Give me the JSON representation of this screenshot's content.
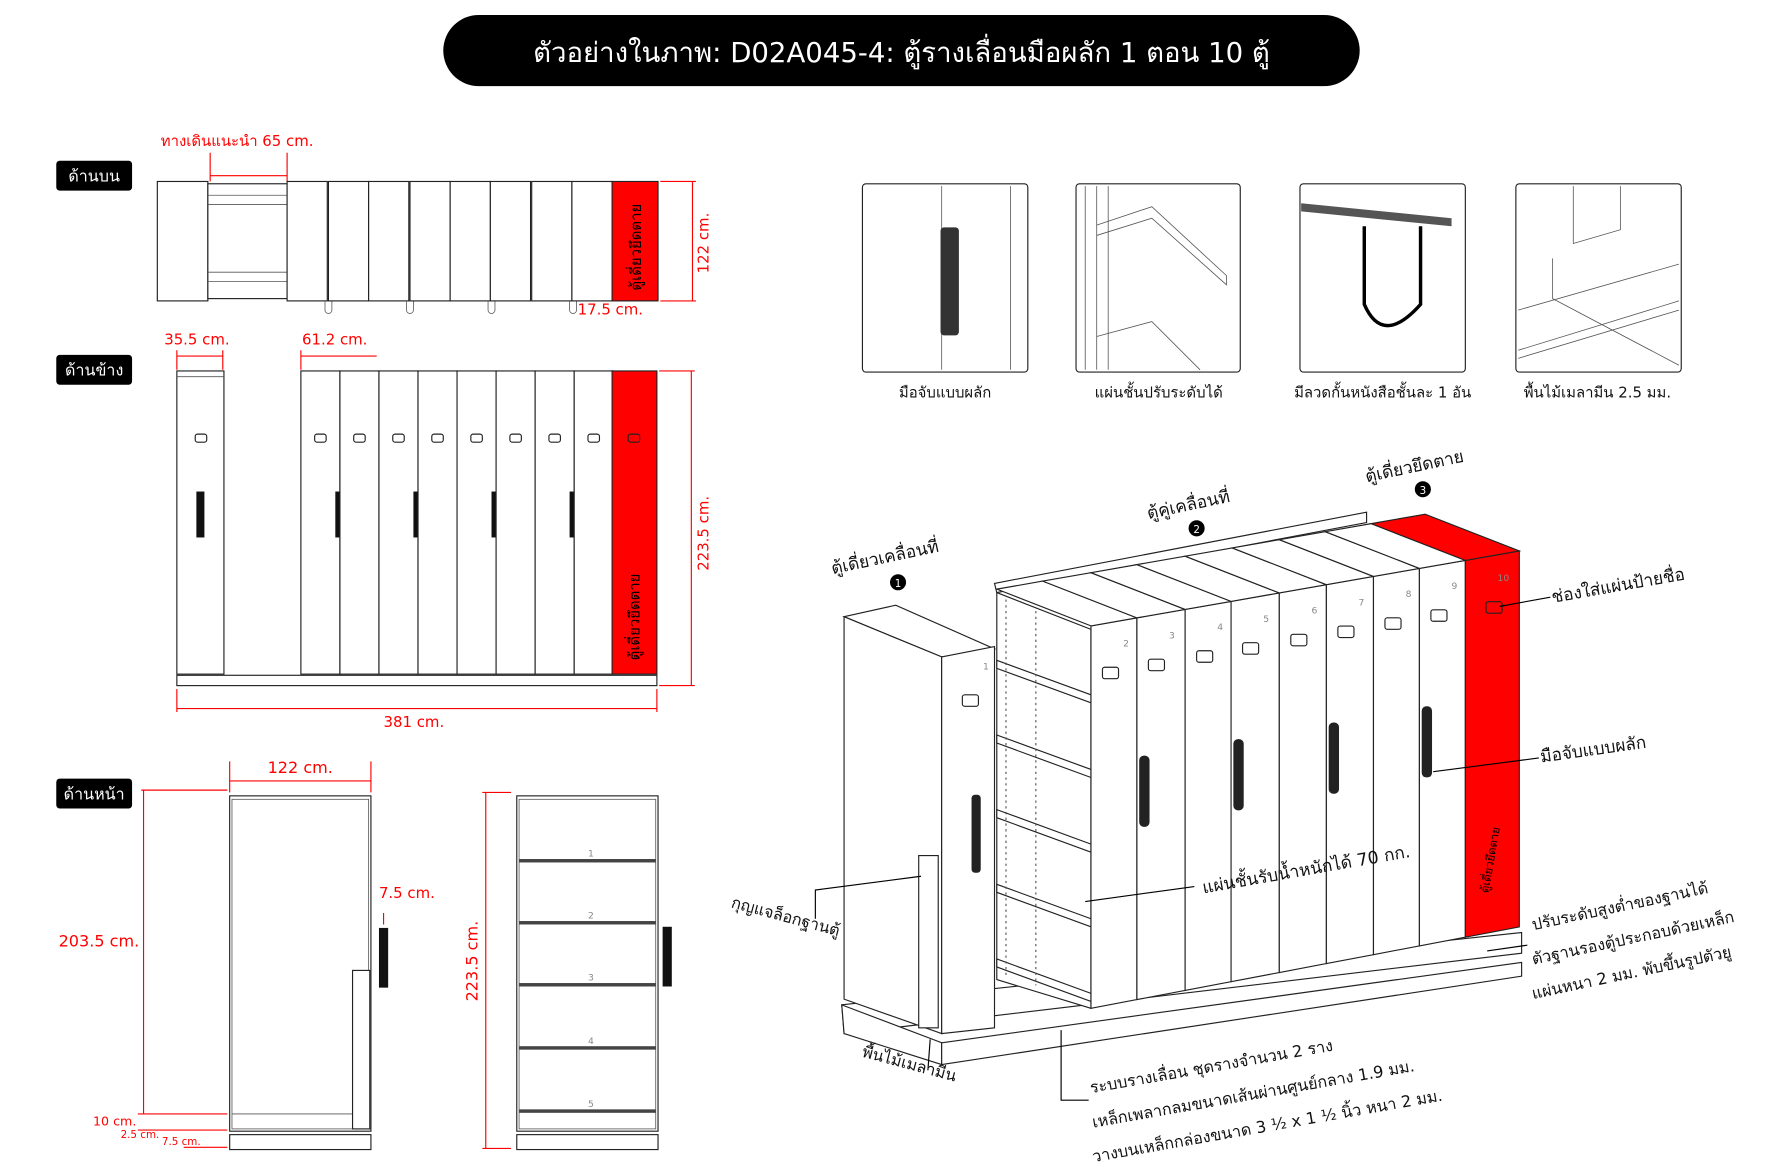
{
  "title": "ตัวอย่างในภาพ: D02A045-4: ตู้รางเลื่อนมือผลัก 1 ตอน 10 ตู้",
  "colors": {
    "accent": "#ff0000",
    "ink": "#000000"
  },
  "views": {
    "top": "ด้านบน",
    "side": "ด้านข้าง",
    "front": "ด้านหน้า"
  },
  "fixed_label": "ตู้เดี่ยวยึดตาย",
  "top_view": {
    "walkway": "ทางเดินแนะนำ 65 cm.",
    "depth": "122 cm.",
    "offset": "17.5 cm."
  },
  "side_view": {
    "single_width": "35.5 cm.",
    "double_width": "61.2 cm.",
    "height": "223.5 cm.",
    "length": "381 cm."
  },
  "front_view": {
    "width": "122 cm.",
    "body_height": "203.5 cm.",
    "handle": "7.5 cm.",
    "base": "10 cm.",
    "gap": "2.5 cm.",
    "foot": "7.5 cm.",
    "total_height": "223.5 cm.",
    "shelves": [
      "1",
      "2",
      "3",
      "4",
      "5"
    ]
  },
  "details": [
    {
      "caption": "มือจับแบบผลัก"
    },
    {
      "caption": "แผ่นชั้นปรับระดับได้"
    },
    {
      "caption": "มีลวดกั้นหนังสือชั้นละ 1 อัน"
    },
    {
      "caption": "พื้นไม้เมลามีน 2.5 มม."
    }
  ],
  "iso": {
    "group1": {
      "badge": "1",
      "label": "ตู้เดี่ยวเคลื่อนที่"
    },
    "group2": {
      "badge": "2",
      "label": "ตู้คู่เคลื่อนที่"
    },
    "group3": {
      "badge": "3",
      "label": "ตู้เดี่ยวยึดตาย"
    },
    "cabinet_numbers": [
      "1",
      "2",
      "3",
      "4",
      "5",
      "6",
      "7",
      "8",
      "9",
      "10"
    ],
    "callouts": {
      "label_slot": "ช่องใส่แผ่นป้ายชื่อ",
      "handle": "มือจับแบบผลัก",
      "shelf_load": "แผ่นชั้นรับน้ำหนักได้ 70 กก.",
      "lock": "กุญแจล็อกฐานตู้",
      "floor": "พื้นไม้เมลามีน",
      "base_line1": "ปรับระดับสูงต่ำของฐานได้",
      "base_line2": "ตัวฐานรองตู้ประกอบด้วยเหล็ก",
      "base_line3": "แผ่นหนา 2 มม. พับขึ้นรูปตัวยู",
      "rail_line1": "ระบบรางเลื่อน ชุดรางจำนวน 2 ราง",
      "rail_line2": "เหล็กเพลากลมขนาดเส้นผ่านศูนย์กลาง 1.9 มม.",
      "rail_line3": "วางบนเหล็กกล่องขนาด 3 ½ x 1 ½ นิ้ว หนา 2 มม."
    }
  }
}
